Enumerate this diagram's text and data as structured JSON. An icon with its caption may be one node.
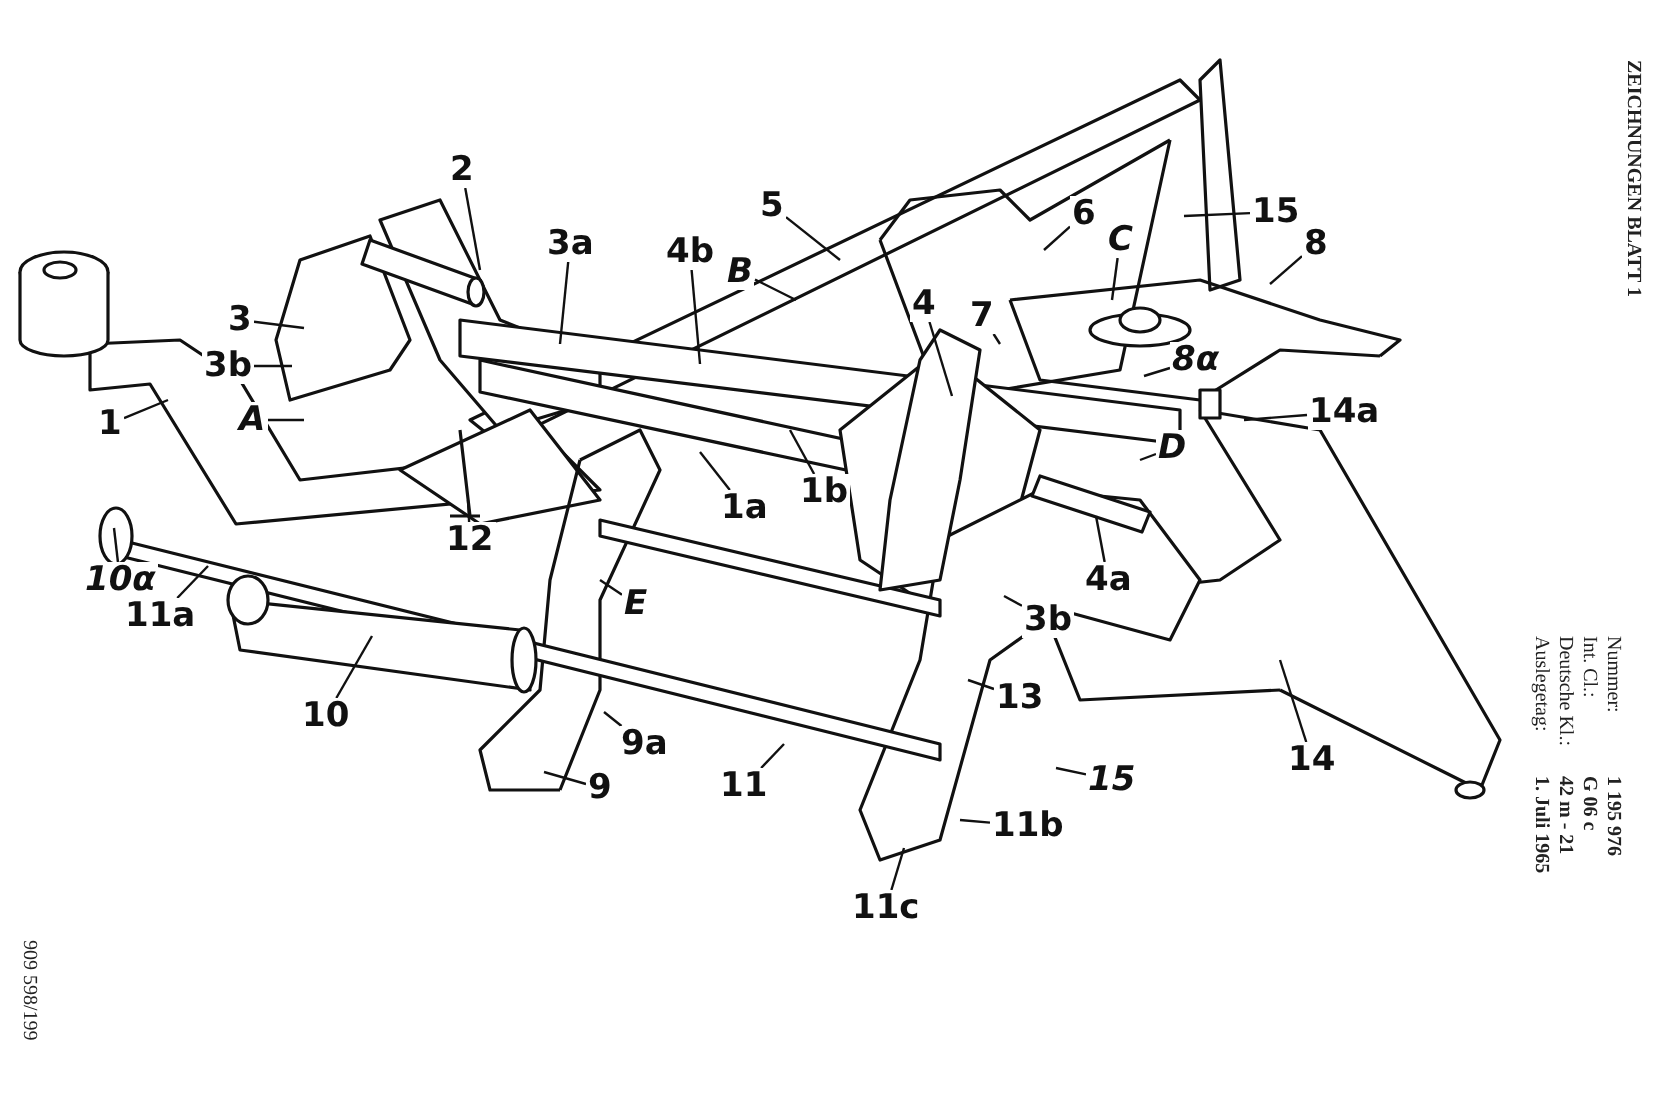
{
  "diagram": {
    "nodes": [
      {
        "text": [
          "2"
        ]
      },
      {
        "text": [
          "5"
        ]
      },
      {
        "text": [
          "15"
        ]
      },
      {
        "text": [
          "3a"
        ]
      },
      {
        "text": [
          "4b"
        ]
      },
      {
        "text": [
          "B"
        ]
      },
      {
        "text": [
          "6"
        ]
      },
      {
        "text": [
          "C"
        ]
      },
      {
        "text": [
          "8"
        ]
      },
      {
        "text": [
          "3"
        ]
      },
      {
        "text": [
          "3b"
        ]
      },
      {
        "text": [
          "A"
        ]
      },
      {
        "text": [
          "4"
        ]
      },
      {
        "text": [
          "7"
        ]
      },
      {
        "text": [
          "8α"
        ]
      },
      {
        "text": [
          "1"
        ]
      },
      {
        "text": [
          "14a"
        ]
      },
      {
        "text": [
          "1a"
        ]
      },
      {
        "text": [
          "1b"
        ]
      },
      {
        "text": [
          "D"
        ]
      },
      {
        "text": [
          "12"
        ]
      },
      {
        "text": [
          "4a"
        ]
      },
      {
        "text": [
          "10α"
        ]
      },
      {
        "text": [
          "11a"
        ]
      },
      {
        "text": [
          "E"
        ]
      },
      {
        "text": [
          "3b"
        ]
      },
      {
        "text": [
          "10"
        ]
      },
      {
        "text": [
          "13"
        ]
      },
      {
        "text": [
          "9a"
        ]
      },
      {
        "text": [
          "14"
        ]
      },
      {
        "text": [
          "15"
        ]
      },
      {
        "text": [
          "9"
        ]
      },
      {
        "text": [
          "11"
        ]
      },
      {
        "text": [
          "11b"
        ]
      },
      {
        "text": [
          "11c"
        ]
      }
    ],
    "edges": [
      {
        "from": 0,
        "to": null,
        "arrow": "none"
      },
      {
        "from": 1,
        "to": null,
        "arrow": "none"
      },
      {
        "from": 2,
        "to": null,
        "arrow": "none"
      },
      {
        "from": 3,
        "to": null,
        "arrow": "none"
      },
      {
        "from": 4,
        "to": null,
        "arrow": "none"
      },
      {
        "from": 5,
        "to": null,
        "arrow": "none"
      },
      {
        "from": 6,
        "to": null,
        "arrow": "none"
      },
      {
        "from": 7,
        "to": null,
        "arrow": "none"
      },
      {
        "from": 8,
        "to": null,
        "arrow": "none"
      },
      {
        "from": 9,
        "to": null,
        "arrow": "none"
      },
      {
        "from": 10,
        "to": null,
        "arrow": "none"
      },
      {
        "from": 11,
        "to": null,
        "arrow": "none"
      },
      {
        "from": 12,
        "to": null,
        "arrow": "none"
      },
      {
        "from": 13,
        "to": null,
        "arrow": "none"
      },
      {
        "from": 14,
        "to": null,
        "arrow": "none"
      },
      {
        "from": 15,
        "to": null,
        "arrow": "none"
      },
      {
        "from": 16,
        "to": null,
        "arrow": "none"
      },
      {
        "from": 17,
        "to": null,
        "arrow": "none"
      },
      {
        "from": 18,
        "to": null,
        "arrow": "none"
      },
      {
        "from": 19,
        "to": null,
        "arrow": "none"
      },
      {
        "from": 20,
        "to": null,
        "arrow": "none"
      },
      {
        "from": 21,
        "to": null,
        "arrow": "none"
      },
      {
        "from": 22,
        "to": null,
        "arrow": "none"
      },
      {
        "from": 23,
        "to": null,
        "arrow": "none"
      },
      {
        "from": 24,
        "to": null,
        "arrow": "none"
      },
      {
        "from": 25,
        "to": null,
        "arrow": "none"
      },
      {
        "from": 26,
        "to": null,
        "arrow": "none"
      },
      {
        "from": 27,
        "to": null,
        "arrow": "none"
      },
      {
        "from": 28,
        "to": null,
        "arrow": "none"
      },
      {
        "from": 29,
        "to": null,
        "arrow": "none"
      },
      {
        "from": 30,
        "to": null,
        "arrow": "none"
      },
      {
        "from": 31,
        "to": null,
        "arrow": "none"
      },
      {
        "from": 32,
        "to": null,
        "arrow": "none"
      },
      {
        "from": 33,
        "to": null,
        "arrow": "none"
      },
      {
        "from": 34,
        "to": null,
        "arrow": "none"
      }
    ],
    "labels": [
      "ZEICHNUNGEN BLATT 1",
      "Nummer:",
      "1 195 976",
      "Int. Cl.:",
      "G 06 c",
      "Deutsche Kl.:",
      "42 m - 21",
      "Auslegetag:",
      "1. Juli 1965",
      "909 598/199"
    ]
  }
}
